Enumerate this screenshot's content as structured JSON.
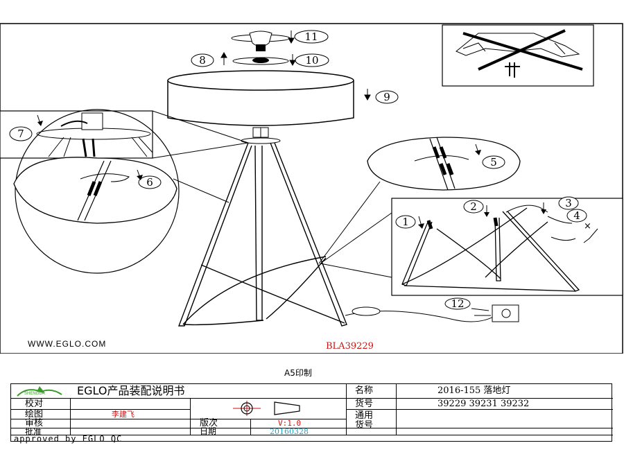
{
  "steps": [
    "1",
    "2",
    "3",
    "4",
    "5",
    "6",
    "7",
    "8",
    "9",
    "10",
    "11",
    "12"
  ],
  "website": "WWW.EGLO.COM",
  "model_code": "BLA39229",
  "print_note": "A5印制",
  "title_block": {
    "title": "EGLO产品装配说明书",
    "logo_text": "SHENGDA",
    "name_label": "名称",
    "name_value": "2016-155 落地灯",
    "item_label": "货号",
    "item_value": "39229 39231 39232",
    "applicable_label_1": "通用",
    "applicable_label_2": "货号",
    "check_label": "校对",
    "drawn_label": "绘图",
    "drawn_value": "李建飞",
    "review_label": "审核",
    "approve_label": "批准",
    "version_label": "版次",
    "version_value": "V:1.0",
    "date_label": "日期",
    "date_value": "20160328",
    "approved_by": "approved by EGLO QC"
  }
}
